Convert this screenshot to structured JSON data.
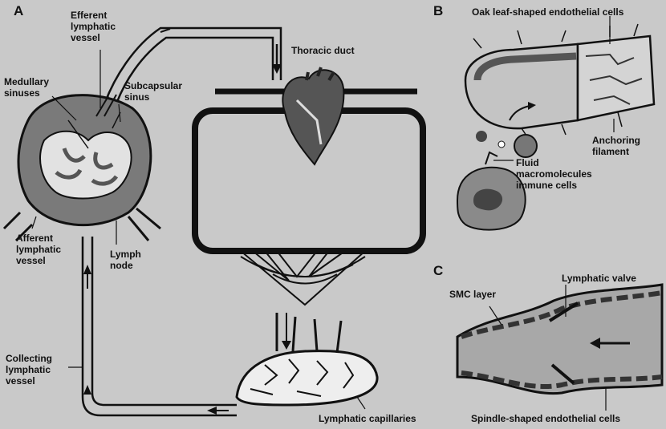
{
  "panels": {
    "a": "A",
    "b": "B",
    "c": "C"
  },
  "labels": {
    "efferent": "Efferent\nlymphatic\nvessel",
    "thoracic_duct": "Thoracic duct",
    "medullary": "Medullary\nsinuses",
    "subcapsular": "Subcapsular\nsinus",
    "afferent": "Afferent\nlymphatic\nvessel",
    "lymph_node": "Lymph\nnode",
    "collecting": "Collecting\nlymphatic\nvessel",
    "capillaries": "Lymphatic capillaries",
    "oak_leaf": "Oak leaf-shaped endothelial cells",
    "anchoring": "Anchoring\nfilament",
    "fluid": "Fluid\nmacromolecules\nimmune cells",
    "smc_layer": "SMC layer",
    "valve": "Lymphatic valve",
    "spindle": "Spindle-shaped endothelial cells"
  },
  "colors": {
    "background": "#c9c9c9",
    "ink": "#111111",
    "node": "#7a7a7a",
    "cell": "#8a8a8a"
  }
}
